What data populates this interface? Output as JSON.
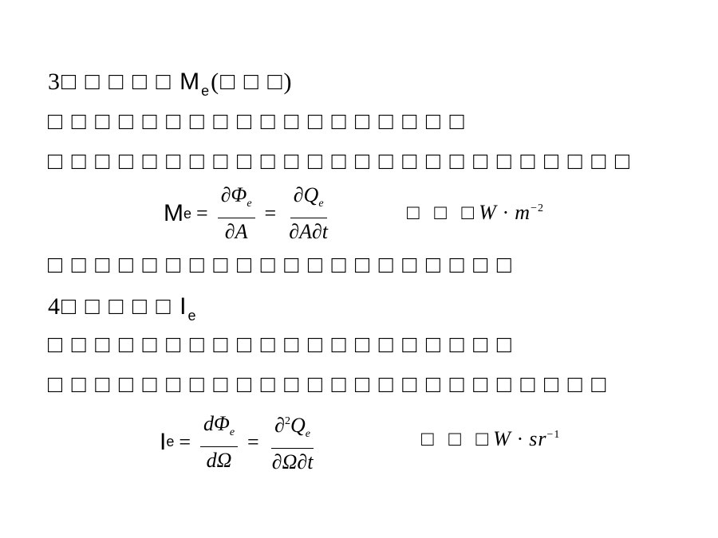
{
  "slide": {
    "h3": {
      "num": "3",
      "boxes": "□ □ □ □ □",
      "sym": "M",
      "sub": "e",
      "paren": "(□ □ □)"
    },
    "line1": "□ □ □ □ □ □ □ □ □ □ □ □ □ □ □ □ □ □",
    "line2": "□ □ □ □ □ □ □ □ □ □ □ □ □ □ □ □ □ □ □ □ □ □ □ □ □",
    "eq1": {
      "lhs": "M",
      "lhs_sub": "e",
      "eq": "=",
      "f1_num": "∂Φ",
      "f1_num_sub": "e",
      "f1_den": "∂A",
      "f2_num": "∂Q",
      "f2_num_sub": "e",
      "f2_den": "∂A∂t",
      "unit_boxes": "□ □ □",
      "unit": "W · m",
      "unit_exp": "−2"
    },
    "line3": "□ □ □ □ □ □ □ □ □ □ □ □ □ □ □ □ □ □ □ □",
    "h4": {
      "num": "4",
      "boxes": "□ □ □ □ □",
      "sym": "I",
      "sub": "e"
    },
    "line4": "□ □ □ □ □ □ □ □ □ □ □ □ □ □ □ □ □ □ □ □",
    "line5": "□ □ □ □ □ □ □ □ □ □ □ □ □ □ □ □ □ □ □ □ □ □ □ □",
    "eq2": {
      "lhs": "I",
      "lhs_sub": "e",
      "eq": "=",
      "f1_num": "dΦ",
      "f1_num_sub": "e",
      "f1_den": "dΩ",
      "f2_num": "∂",
      "f2_num_exp": "2",
      "f2_num_q": "Q",
      "f2_num_sub": "e",
      "f2_den": "∂Ω∂t",
      "unit_boxes": "□ □ □",
      "unit": "W · sr",
      "unit_exp": "−1"
    }
  }
}
